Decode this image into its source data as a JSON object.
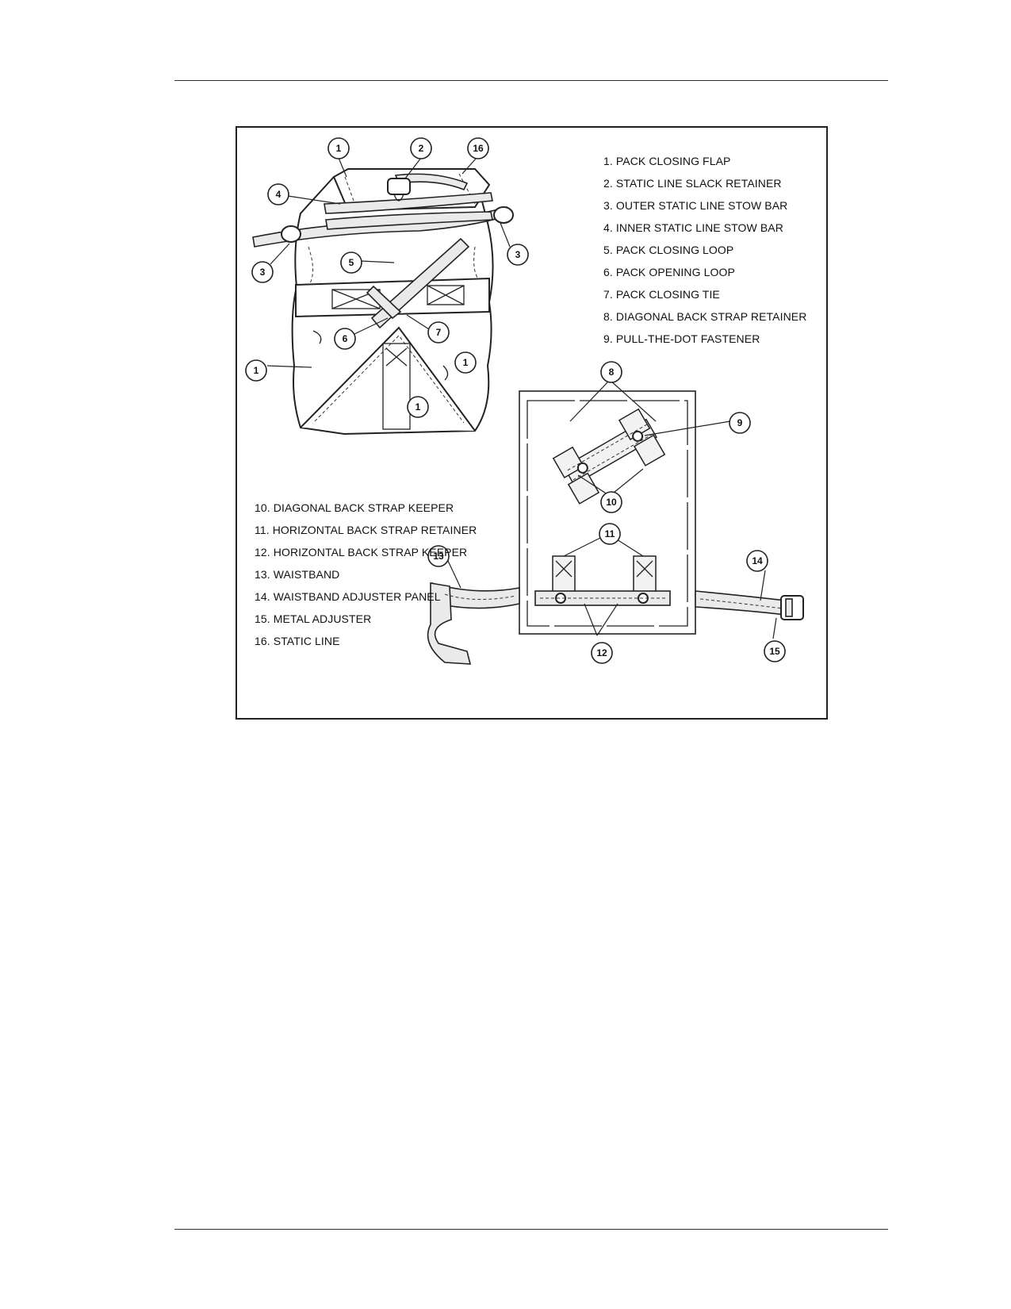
{
  "legend_top": [
    "1. PACK CLOSING FLAP",
    "2. STATIC LINE SLACK RETAINER",
    "3. OUTER STATIC LINE STOW BAR",
    "4. INNER STATIC LINE STOW BAR",
    "5. PACK CLOSING LOOP",
    "6. PACK OPENING LOOP",
    "7. PACK CLOSING TIE",
    "8. DIAGONAL BACK STRAP RETAINER",
    "9. PULL-THE-DOT FASTENER"
  ],
  "legend_bottom": [
    "10. DIAGONAL BACK STRAP KEEPER",
    "11. HORIZONTAL BACK STRAP RETAINER",
    "12. HORIZONTAL BACK STRAP KEEPER",
    "13. WAISTBAND",
    "14. WAISTBAND ADJUSTER PANEL",
    "15. METAL ADJUSTER",
    "16. STATIC LINE"
  ],
  "callouts": [
    "1",
    "2",
    "16",
    "4",
    "3",
    "3",
    "5",
    "6",
    "7",
    "1",
    "1",
    "1",
    "8",
    "9",
    "10",
    "11",
    "13",
    "14",
    "12",
    "15"
  ]
}
